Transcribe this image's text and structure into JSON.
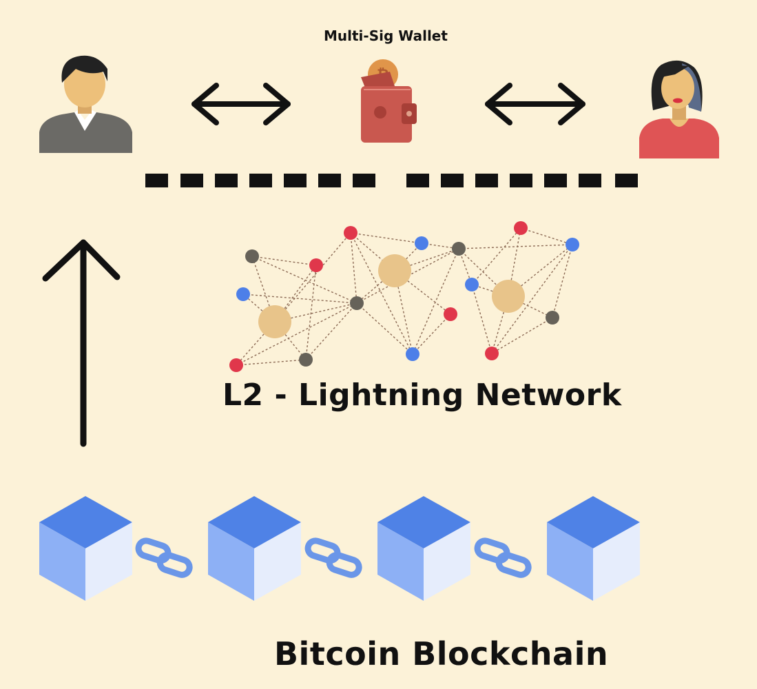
{
  "wallet": {
    "label": "Multi-Sig Wallet"
  },
  "layer2": {
    "label": "L2 - Lightning Network"
  },
  "layer1": {
    "label": "Bitcoin Blockchain"
  },
  "colors": {
    "background": "#fcf2d8",
    "node_red": "#e0374b",
    "node_blue": "#4d7fe8",
    "node_gray": "#666259",
    "node_hub": "#e8c48a",
    "block_top": "#4f82e6",
    "block_left": "#8db0f5",
    "block_right": "#e6edfc",
    "link": "#6a96e8",
    "wallet": "#c9584f",
    "man_shirt": "#6b6a66",
    "woman_shirt": "#df5455",
    "skin": "#edc07a",
    "hair": "#222222"
  },
  "icons": [
    "man-avatar-icon",
    "woman-avatar-icon",
    "bitcoin-wallet-icon",
    "double-arrow-icon",
    "up-arrow-icon",
    "chain-link-icon",
    "block-cube-icon"
  ]
}
